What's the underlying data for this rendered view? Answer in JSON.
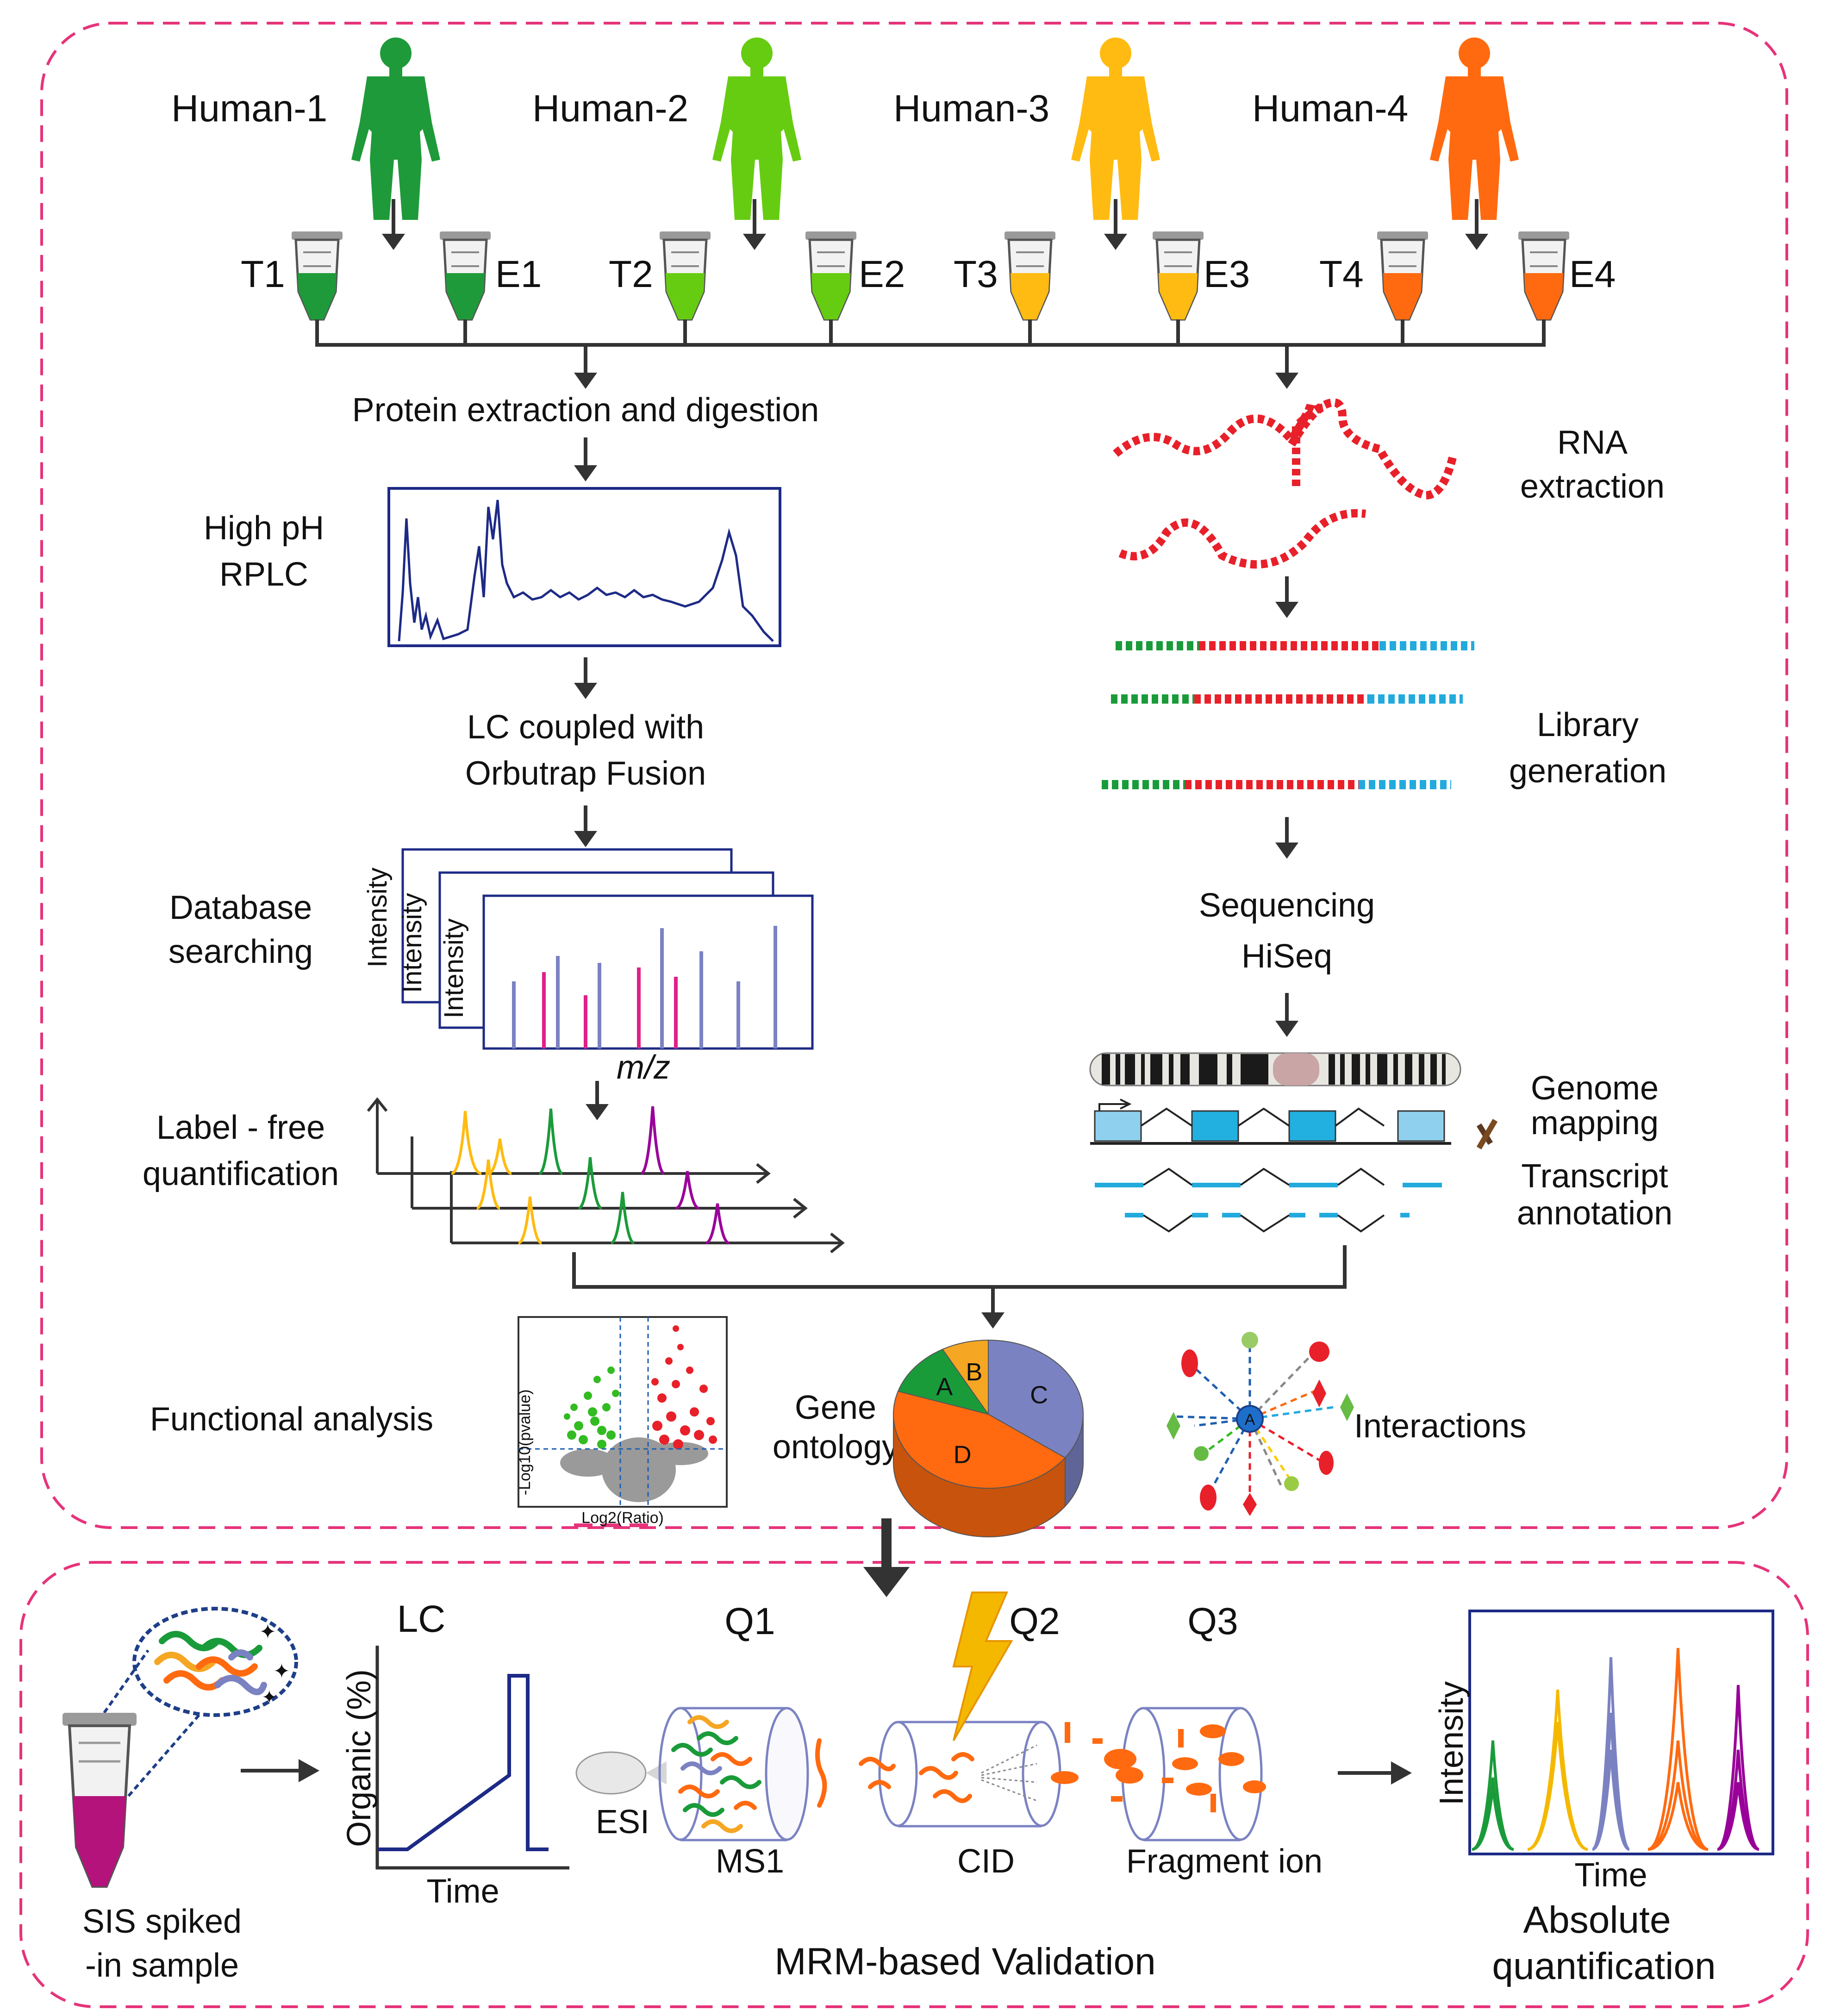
{
  "colors": {
    "frame": "#e6337a",
    "human1": "#1f9a3a",
    "human2": "#66cc11",
    "human3": "#ffbb11",
    "human4": "#ff6a10",
    "red": "#e8202a",
    "green": "#1a9b3a",
    "blue": "#22aadd",
    "spectrumBlue": "#7b82c2",
    "spectrumPink": "#e0208a",
    "navy": "#1d2a86"
  },
  "humans": [
    {
      "label": "Human-1",
      "color": "#1f9a3a"
    },
    {
      "label": "Human-2",
      "color": "#66cc11"
    },
    {
      "label": "Human-3",
      "color": "#ffbb11"
    },
    {
      "label": "Human-4",
      "color": "#ff6a10"
    }
  ],
  "tubes": [
    {
      "label": "T1",
      "color": "#1f9a3a"
    },
    {
      "label": "E1",
      "color": "#1f9a3a"
    },
    {
      "label": "T2",
      "color": "#66cc11"
    },
    {
      "label": "E2",
      "color": "#66cc11"
    },
    {
      "label": "T3",
      "color": "#ffbb11"
    },
    {
      "label": "E3",
      "color": "#ffbb11"
    },
    {
      "label": "T4",
      "color": "#ff6a10"
    },
    {
      "label": "E4",
      "color": "#ff6a10"
    }
  ],
  "proteomics": {
    "extraction": "Protein extraction and digestion",
    "rplc_line1": "High pH",
    "rplc_line2": "RPLC",
    "lc_line1": "LC coupled with",
    "lc_line2": "Orbutrap Fusion",
    "db_line1": "Database",
    "db_line2": "searching",
    "intensity": "Intensity",
    "mz": "m/z",
    "lfq_line1": "Label - free",
    "lfq_line2": "quantification"
  },
  "transcriptomics": {
    "rna_line1": "RNA",
    "rna_line2": "extraction",
    "lib_line1": "Library",
    "lib_line2": "generation",
    "seq_line1": "Sequencing",
    "seq_line2": "HiSeq",
    "genome_line1": "Genome",
    "genome_line2": "mapping",
    "transcript_line1": "Transcript",
    "transcript_line2": "annotation"
  },
  "functional": {
    "title": "Functional analysis",
    "volcano_ylabel": "-Log10(pvalue)",
    "volcano_xlabel": "Log2(Ratio)",
    "go_line1": "Gene",
    "go_line2": "ontology",
    "interactions": "Interactions",
    "interaction_center": "A"
  },
  "chart_data": [
    {
      "type": "pie",
      "categories": [
        "A",
        "B",
        "C",
        "D"
      ],
      "colors": [
        "#1a9b3a",
        "#f5a623",
        "#7b82c2",
        "#ff6a10"
      ],
      "values": [
        12,
        8,
        35,
        45
      ]
    }
  ],
  "mrm": {
    "title": "MRM-based Validation",
    "sis_line1": "SIS spiked",
    "sis_line2": "-in sample",
    "lc": "LC",
    "organic": "Organic (%)",
    "time": "Time",
    "esi": "ESI",
    "q1": "Q1",
    "q2": "Q2",
    "q3": "Q3",
    "ms1": "MS1",
    "cid": "CID",
    "fragment": "Fragment ion",
    "intensity": "Intensity",
    "time2": "Time",
    "abs_line1": "Absolute",
    "abs_line2": "quantification"
  }
}
